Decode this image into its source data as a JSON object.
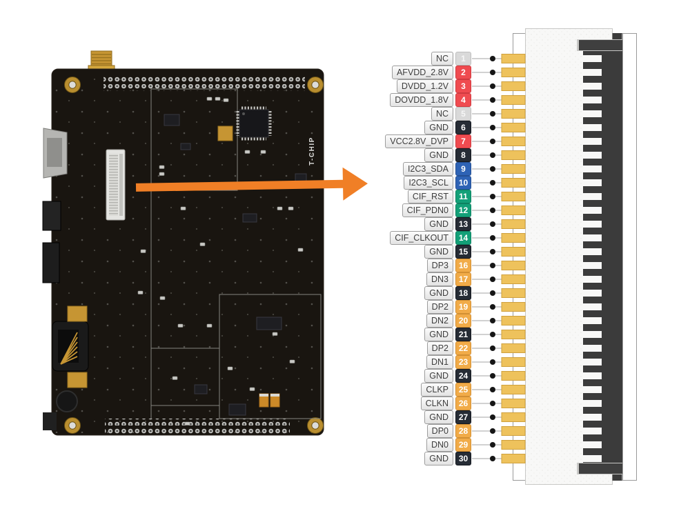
{
  "diagram": {
    "arrow_color": "#f07f26",
    "pin_colors": {
      "nc": {
        "bg": "#d9d9d9",
        "border": "#bdbdbd",
        "text": "#f6f6f6"
      },
      "power": {
        "bg": "#ef4b50",
        "border": "#cf3a40",
        "text": "#ffffff"
      },
      "ground": {
        "bg": "#262c35",
        "border": "#14181f",
        "text": "#ffffff"
      },
      "i2c": {
        "bg": "#2e63b5",
        "border": "#244f93",
        "text": "#ffffff"
      },
      "control": {
        "bg": "#13a078",
        "border": "#0d8160",
        "text": "#ffffff"
      },
      "data": {
        "bg": "#f1ab48",
        "border": "#d28f33",
        "text": "#ffffff"
      }
    },
    "connector": {
      "pad_color": "#eec25c",
      "pad_border": "#cfa03c",
      "comb_color": "#3b3b3b",
      "body_color": "#f8f8f7"
    },
    "pins": [
      {
        "num": 1,
        "label": "NC",
        "type": "nc"
      },
      {
        "num": 2,
        "label": "AFVDD_2.8V",
        "type": "power"
      },
      {
        "num": 3,
        "label": "DVDD_1.2V",
        "type": "power"
      },
      {
        "num": 4,
        "label": "DOVDD_1.8V",
        "type": "power"
      },
      {
        "num": 5,
        "label": "NC",
        "type": "nc"
      },
      {
        "num": 6,
        "label": "GND",
        "type": "ground"
      },
      {
        "num": 7,
        "label": "VCC2.8V_DVP",
        "type": "power"
      },
      {
        "num": 8,
        "label": "GND",
        "type": "ground"
      },
      {
        "num": 9,
        "label": "I2C3_SDA",
        "type": "i2c"
      },
      {
        "num": 10,
        "label": "I2C3_SCL",
        "type": "i2c"
      },
      {
        "num": 11,
        "label": "CIF_RST",
        "type": "control"
      },
      {
        "num": 12,
        "label": "CIF_PDN0",
        "type": "control"
      },
      {
        "num": 13,
        "label": "GND",
        "type": "ground"
      },
      {
        "num": 14,
        "label": "CIF_CLKOUT",
        "type": "control"
      },
      {
        "num": 15,
        "label": "GND",
        "type": "ground"
      },
      {
        "num": 16,
        "label": "DP3",
        "type": "data"
      },
      {
        "num": 17,
        "label": "DN3",
        "type": "data"
      },
      {
        "num": 18,
        "label": "GND",
        "type": "ground"
      },
      {
        "num": 19,
        "label": "DP2",
        "type": "data"
      },
      {
        "num": 20,
        "label": "DN2",
        "type": "data"
      },
      {
        "num": 21,
        "label": "GND",
        "type": "ground"
      },
      {
        "num": 22,
        "label": "DP2",
        "type": "data"
      },
      {
        "num": 23,
        "label": "DN1",
        "type": "data"
      },
      {
        "num": 24,
        "label": "GND",
        "type": "ground"
      },
      {
        "num": 25,
        "label": "CLKP",
        "type": "data"
      },
      {
        "num": 26,
        "label": "CLKN",
        "type": "data"
      },
      {
        "num": 27,
        "label": "GND",
        "type": "ground"
      },
      {
        "num": 28,
        "label": "DP0",
        "type": "data"
      },
      {
        "num": 29,
        "label": "DN0",
        "type": "data"
      },
      {
        "num": 30,
        "label": "GND",
        "type": "ground"
      }
    ]
  },
  "board": {
    "silkscreen_text": "T-CHIP"
  }
}
